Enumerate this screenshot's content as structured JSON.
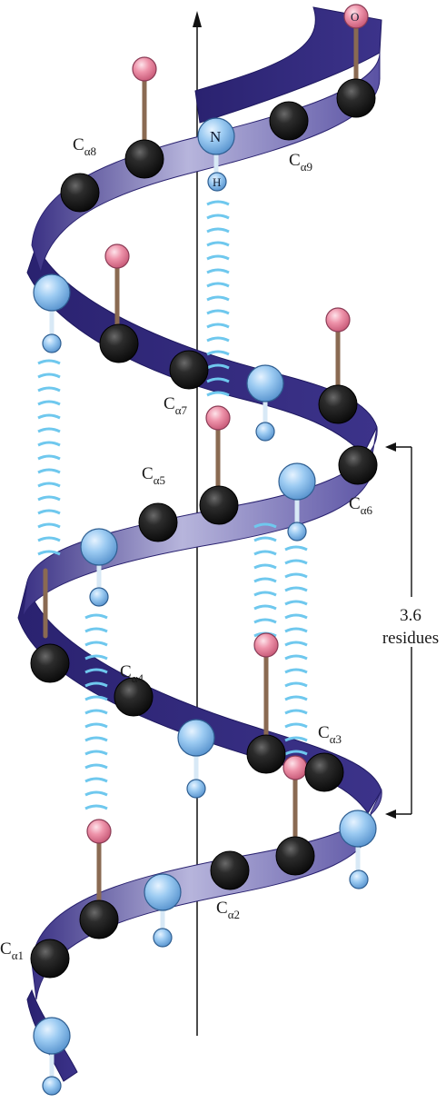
{
  "colors": {
    "ribbon_light": "#b9b8dc",
    "ribbon_mid": "#7a73b8",
    "ribbon_dark": "#2b2370",
    "carbon_alpha": "#1c1c1c",
    "nitrogen": "#8fc3ef",
    "oxygen": "#e9859f",
    "hbond": "#6fc8ee",
    "axis": "#111111"
  },
  "atoms": {
    "top_oxygen": "O",
    "top_nitrogen": "N",
    "top_hydrogen": "H"
  },
  "labels": [
    {
      "id": "ca1",
      "base": "C",
      "sub": "α1"
    },
    {
      "id": "ca2",
      "base": "C",
      "sub": "α2"
    },
    {
      "id": "ca3",
      "base": "C",
      "sub": "α3"
    },
    {
      "id": "ca4",
      "base": "C",
      "sub": "α4"
    },
    {
      "id": "ca5",
      "base": "C",
      "sub": "α5"
    },
    {
      "id": "ca6",
      "base": "C",
      "sub": "α6"
    },
    {
      "id": "ca7",
      "base": "C",
      "sub": "α7"
    },
    {
      "id": "ca8",
      "base": "C",
      "sub": "α8"
    },
    {
      "id": "ca9",
      "base": "C",
      "sub": "α9"
    }
  ],
  "pitch_annotation": {
    "line1": "3.6",
    "line2": "residues"
  }
}
